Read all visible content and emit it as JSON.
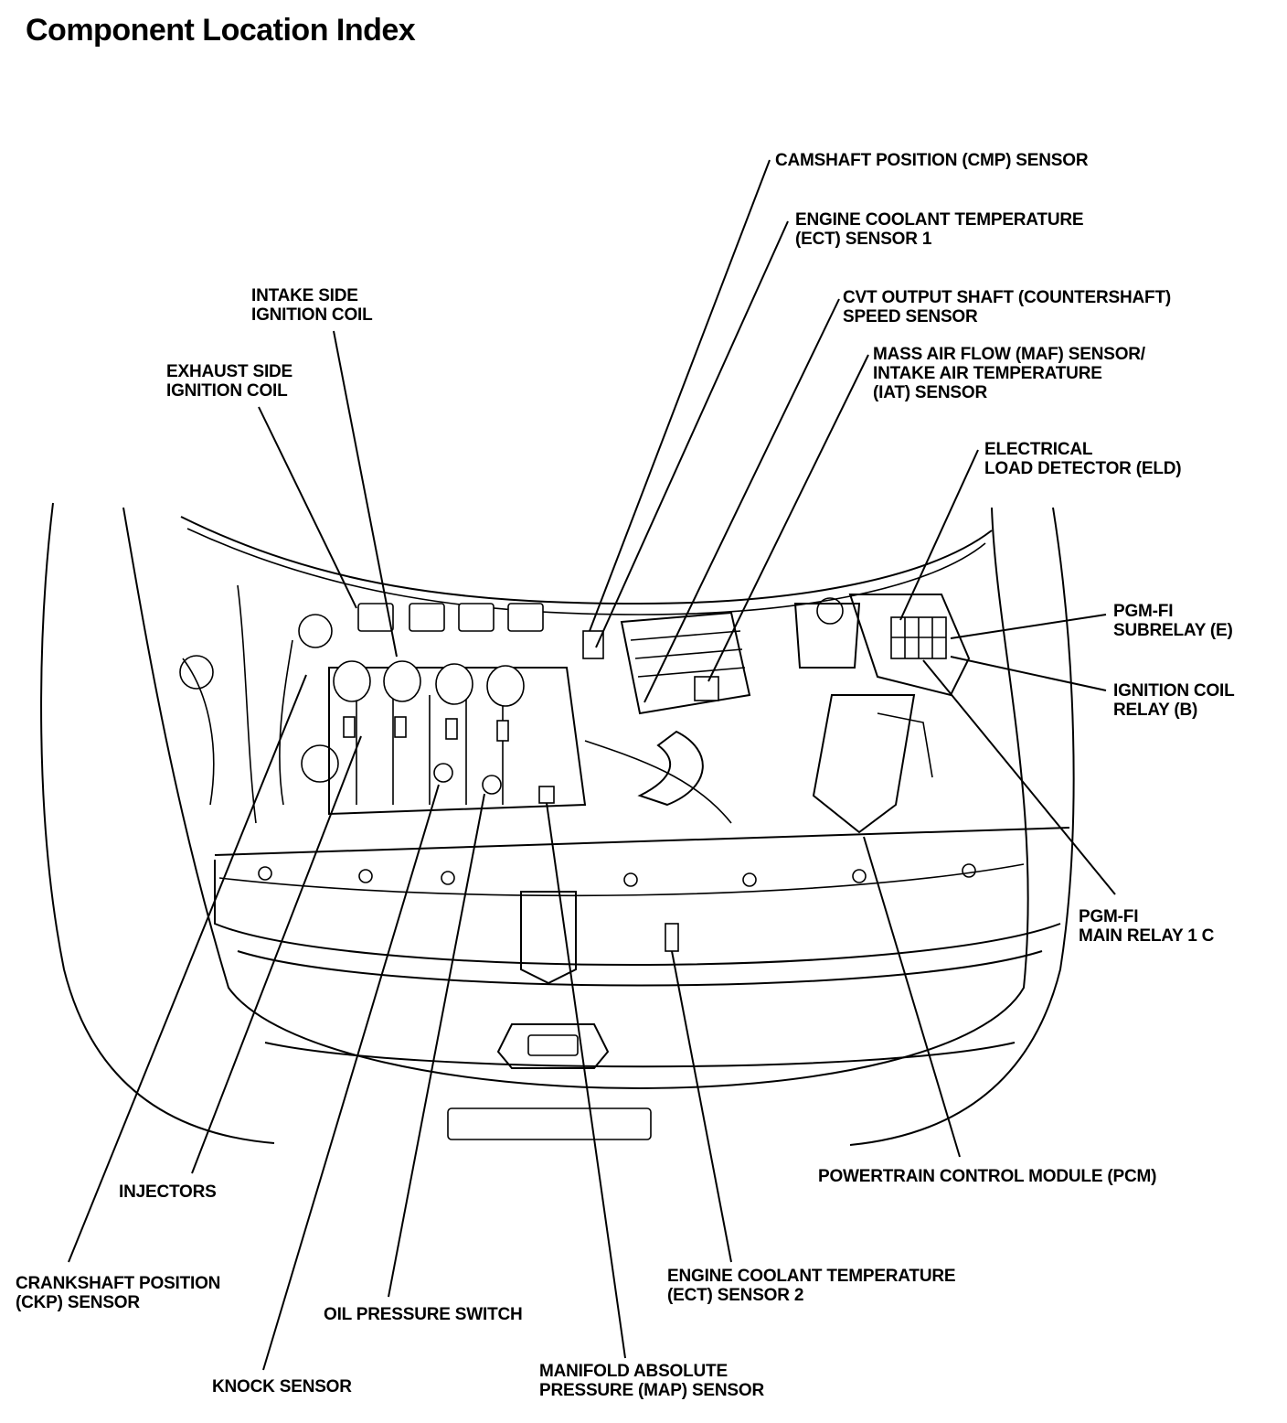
{
  "title": "Component Location Index",
  "labels": {
    "cmp": "CAMSHAFT POSITION (CMP) SENSOR",
    "ect1": "ENGINE COOLANT TEMPERATURE\n(ECT) SENSOR 1",
    "cvt": "CVT OUTPUT SHAFT (COUNTERSHAFT)\nSPEED SENSOR",
    "maf": "MASS AIR FLOW (MAF) SENSOR/\nINTAKE AIR TEMPERATURE\n(IAT) SENSOR",
    "eld": "ELECTRICAL\nLOAD DETECTOR (ELD)",
    "subrelay": "PGM-FI\nSUBRELAY (E)",
    "ign_relay": "IGNITION COIL\nRELAY (B)",
    "main_relay": "PGM-FI\nMAIN RELAY 1 C",
    "pcm": "POWERTRAIN CONTROL MODULE (PCM)",
    "ect2": "ENGINE COOLANT TEMPERATURE\n(ECT) SENSOR 2",
    "map": "MANIFOLD ABSOLUTE\nPRESSURE (MAP) SENSOR",
    "oil": "OIL PRESSURE SWITCH",
    "knock": "KNOCK SENSOR",
    "ckp": "CRANKSHAFT POSITION\n(CKP) SENSOR",
    "injectors": "INJECTORS",
    "exhaust_coil": "EXHAUST SIDE\nIGNITION COIL",
    "intake_coil": "INTAKE SIDE\nIGNITION COIL"
  }
}
